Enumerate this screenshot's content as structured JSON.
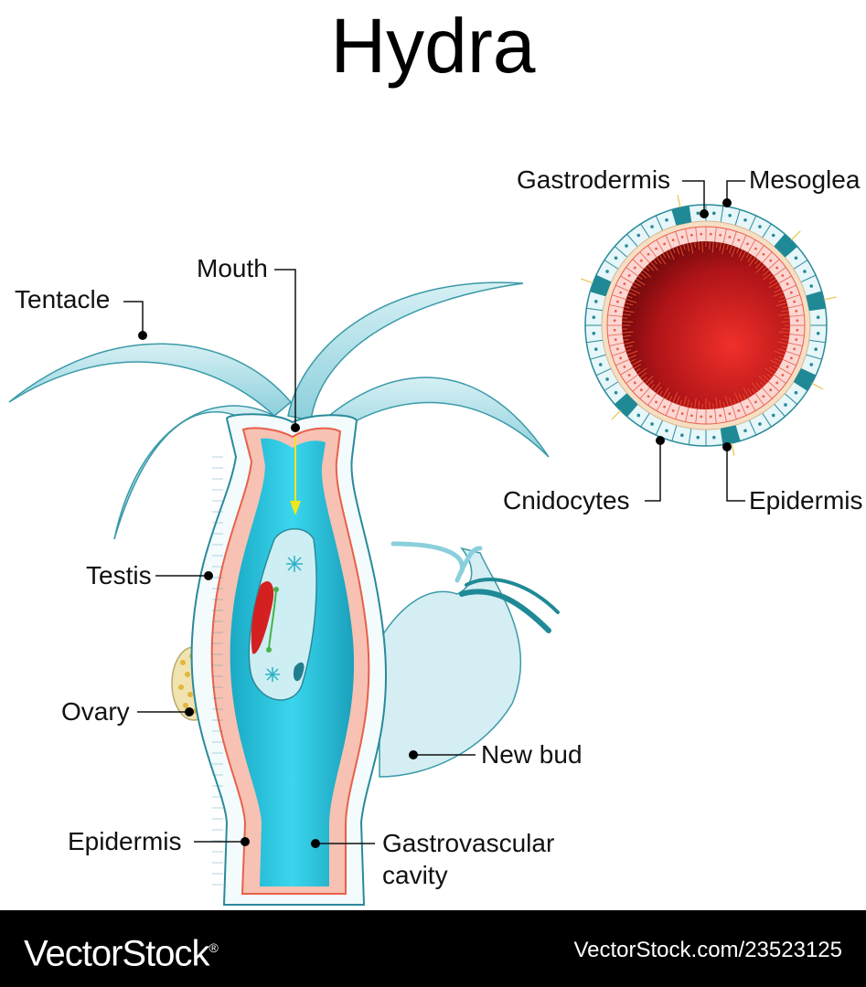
{
  "title": "Hydra",
  "labels": {
    "mouth": "Mouth",
    "tentacle": "Tentacle",
    "testis": "Testis",
    "ovary": "Ovary",
    "epidermis_body": "Epidermis",
    "gastrovascular_line1": "Gastrovascular",
    "gastrovascular_line2": "cavity",
    "new_bud": "New bud",
    "gastrodermis": "Gastrodermis",
    "mesoglea": "Mesoglea",
    "cnidocytes": "Cnidocytes",
    "epidermis_section": "Epidermis"
  },
  "colors": {
    "body_cavity": "#22c3dc",
    "tentacle": "#bfe6ee",
    "outline": "#2a8a9a",
    "gastrodermis": "#e8604a",
    "cnidocyte": "#1f8a96",
    "section_lumen": "#c0181c",
    "mesoglea": "#f6dfc4"
  },
  "footer": {
    "brand": "VectorStock",
    "registered": "®",
    "reference": "VectorStock.com/23523125"
  }
}
